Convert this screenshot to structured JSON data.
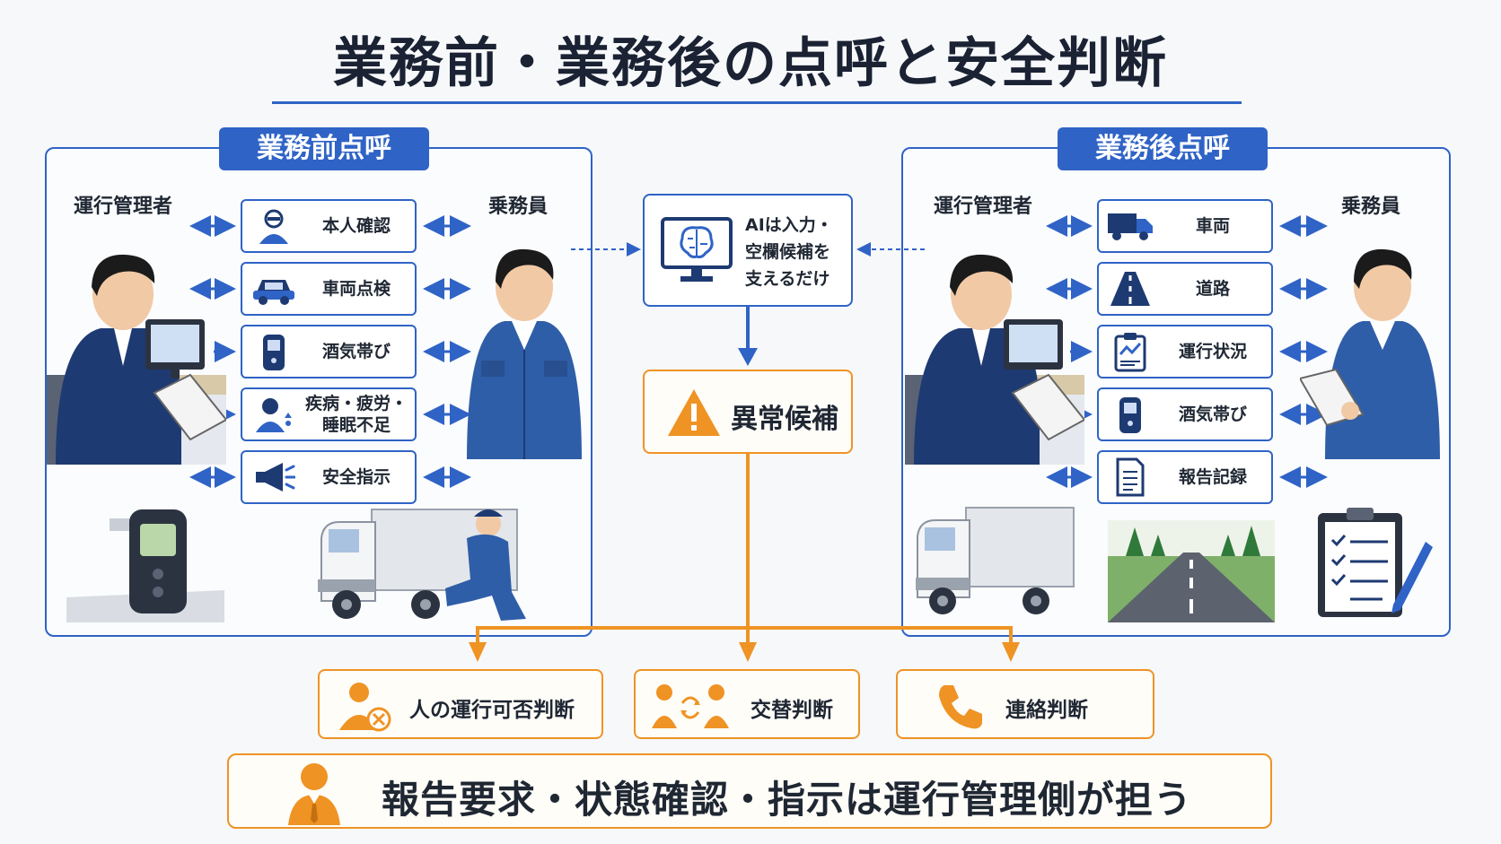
{
  "title": "業務前・業務後の点呼と安全判断",
  "pre_call": {
    "tag": "業務前点呼",
    "left_role": "運行管理者",
    "right_role": "乗務員",
    "items": [
      {
        "label": "本人確認",
        "icon": "person-id-icon"
      },
      {
        "label": "車両点検",
        "icon": "car-icon"
      },
      {
        "label": "酒気帯び",
        "icon": "breathalyzer-icon"
      },
      {
        "label": "疾病・疲労・",
        "label2": "睡眠不足",
        "icon": "sick-person-icon"
      },
      {
        "label": "安全指示",
        "icon": "megaphone-icon"
      }
    ]
  },
  "post_call": {
    "tag": "業務後点呼",
    "left_role": "運行管理者",
    "right_role": "乗務員",
    "items": [
      {
        "label": "車両",
        "icon": "truck-icon"
      },
      {
        "label": "道路",
        "icon": "road-icon"
      },
      {
        "label": "運行状況",
        "icon": "chart-clipboard-icon"
      },
      {
        "label": "酒気帯び",
        "icon": "breathalyzer-icon"
      },
      {
        "label": "報告記録",
        "icon": "document-icon"
      }
    ]
  },
  "ai": {
    "line1": "AIは入力・",
    "line2": "空欄候補を",
    "line3": "支えるだけ",
    "icon": "ai-brain-monitor-icon"
  },
  "anomaly": {
    "label": "異常候補",
    "icon": "warning-icon"
  },
  "judgments": [
    {
      "label": "人の運行可否判断",
      "icon": "person-reject-icon"
    },
    {
      "label": "交替判断",
      "icon": "swap-people-icon"
    },
    {
      "label": "連絡判断",
      "icon": "phone-icon"
    }
  ],
  "bottom": {
    "label": "報告要求・状態確認・指示は運行管理側が担う",
    "icon": "manager-icon"
  },
  "colors": {
    "blue": "#2f63c6",
    "orange": "#ef9324",
    "navy": "#1e3a72"
  }
}
